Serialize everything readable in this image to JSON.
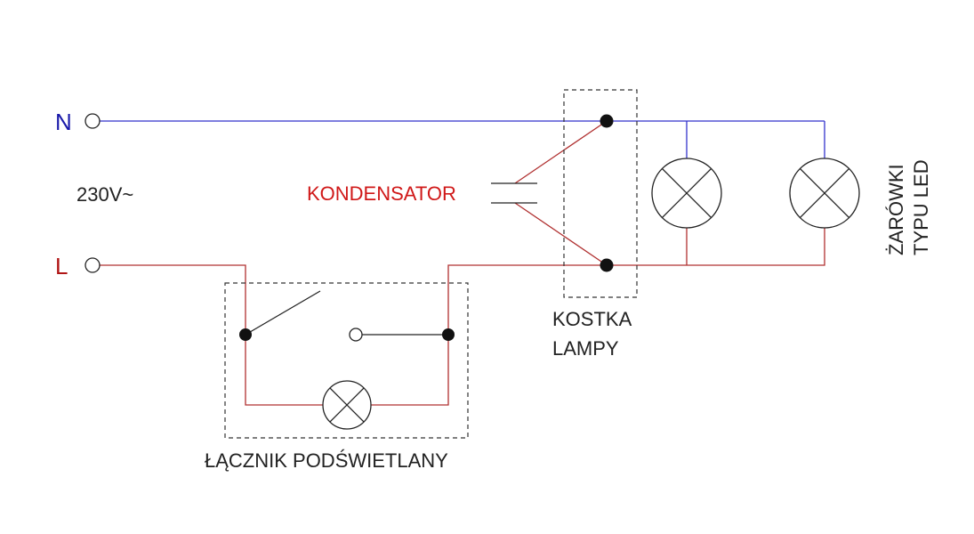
{
  "labels": {
    "neutral": "N",
    "line": "L",
    "voltage": "230V~",
    "capacitor": "KONDENSATOR",
    "junction_line1": "KOSTKA",
    "junction_line2": "LAMPY",
    "switch": "ŁĄCZNIK PODŚWIETLANY",
    "bulbs_line1": "ŻARÓWKI",
    "bulbs_line2": "TYPU LED"
  },
  "colors": {
    "neutral_wire": "#3333cc",
    "line_wire": "#b03030",
    "neutral_label": "#1a1aaa",
    "line_label": "#b01515",
    "capacitor_label": "#d01818",
    "ink": "#222222"
  }
}
